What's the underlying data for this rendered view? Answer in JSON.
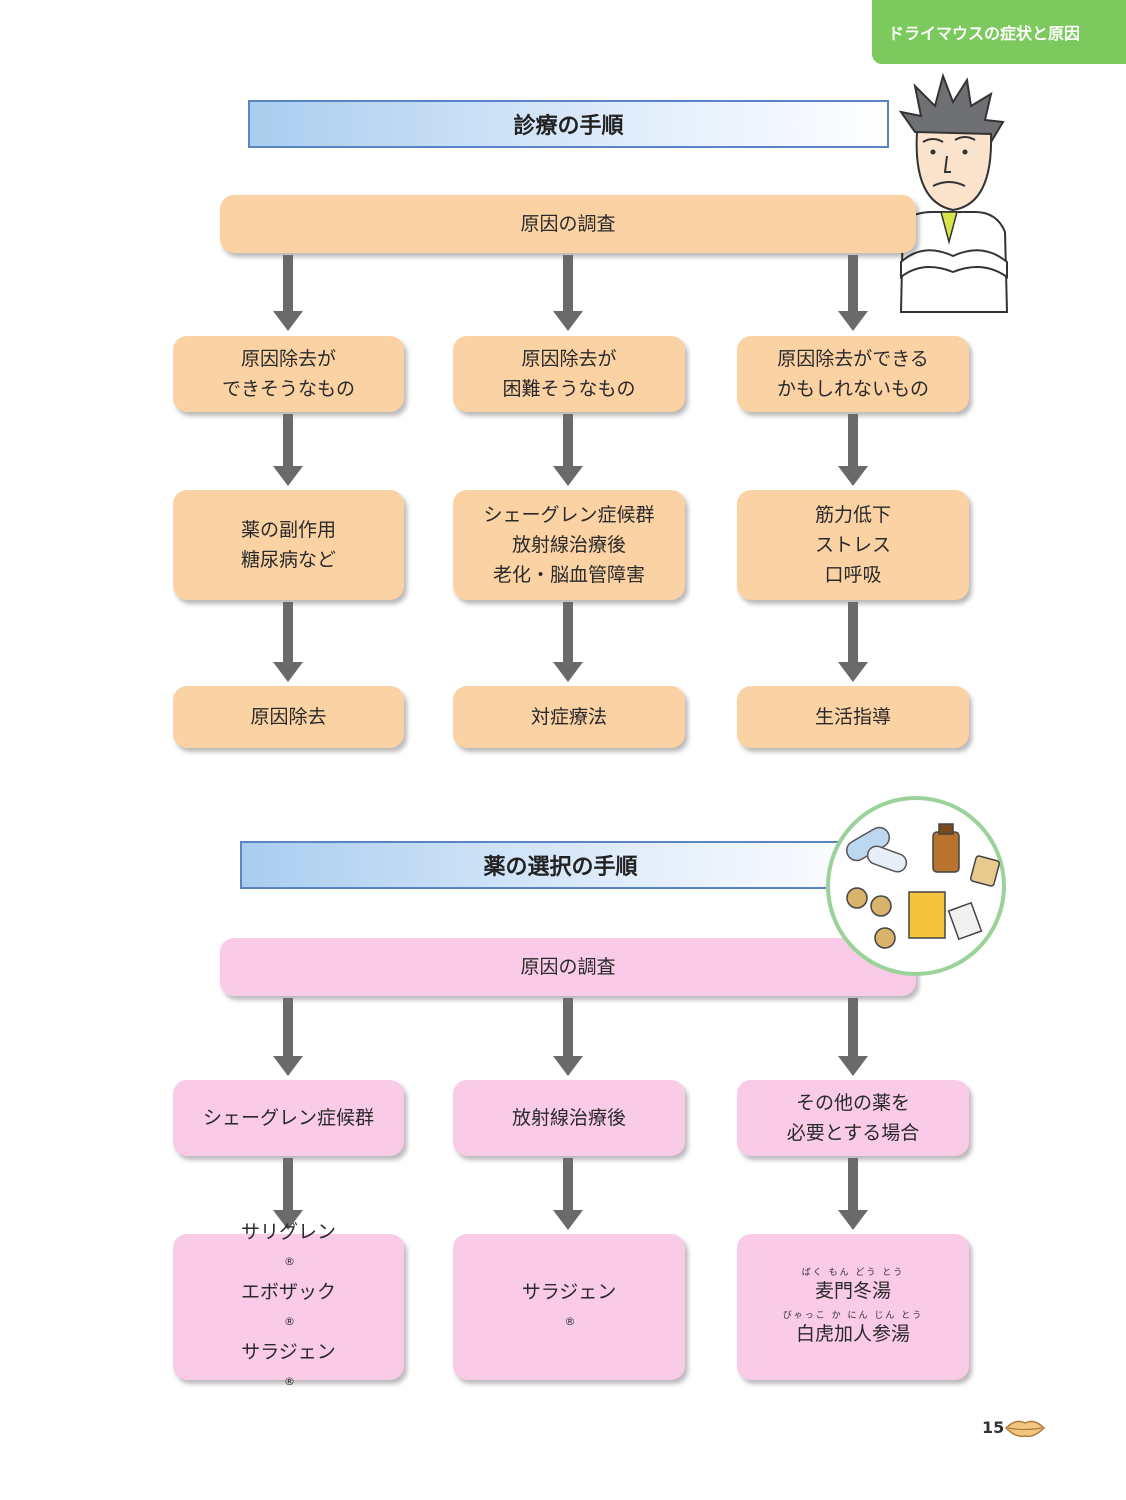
{
  "header": {
    "tab_label": "ドライマウスの症状と原因"
  },
  "section1": {
    "title": "診療の手順",
    "top": "原因の調査",
    "columns": [
      {
        "row1": [
          "原因除去が",
          "できそうなもの"
        ],
        "row2": [
          "薬の副作用",
          "糖尿病など"
        ],
        "row3": "原因除去"
      },
      {
        "row1": [
          "原因除去が",
          "困難そうなもの"
        ],
        "row2": [
          "シェーグレン症候群",
          "放射線治療後",
          "老化・脳血管障害"
        ],
        "row3": "対症療法"
      },
      {
        "row1": [
          "原因除去ができる",
          "かもしれないもの"
        ],
        "row2": [
          "筋力低下",
          "ストレス",
          "口呼吸"
        ],
        "row3": "生活指導"
      }
    ]
  },
  "section2": {
    "title": "薬の選択の手順",
    "top": "原因の調査",
    "columns": [
      {
        "row1": [
          "シェーグレン症候群"
        ],
        "row2": [
          "サリグレン",
          "エボザック",
          "サラジェン"
        ]
      },
      {
        "row1": [
          "放射線治療後"
        ],
        "row2": [
          "サラジェン"
        ]
      },
      {
        "row1": [
          "その他の薬を",
          "必要とする場合"
        ],
        "row2": [
          {
            "ruby": "ばく もん どう とう",
            "text": "麦門冬湯"
          },
          {
            "ruby": "びゃっこ か にん じん とう",
            "text": "白虎加人参湯"
          }
        ]
      }
    ],
    "reg_mark": "®"
  },
  "footer": {
    "page_number": "15"
  },
  "colors": {
    "tab_green": "#7cc95d",
    "orange_box": "#fbd2a4",
    "pink_box": "#f9cbe6",
    "arrow": "#6a6a6a",
    "title_border": "#5b84c4"
  }
}
